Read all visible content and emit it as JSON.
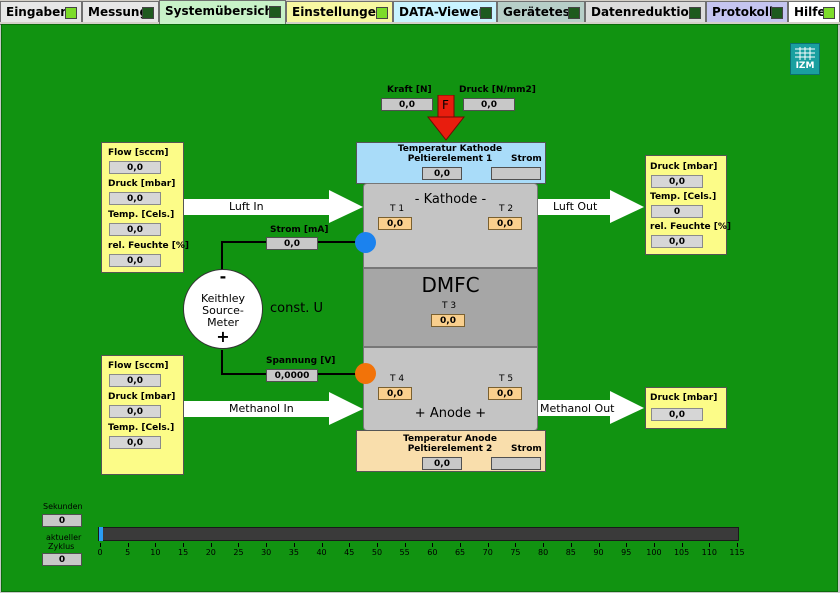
{
  "tabs": [
    {
      "label": "Eingaben",
      "bg": "#e7e7e7",
      "led": "#7ddc2a"
    },
    {
      "label": "Messung",
      "bg": "#e7e7e7",
      "led": "#1e5a1e"
    },
    {
      "label": "Systemübersicht",
      "bg": "#c8f2c8",
      "led": "#1e5a1e"
    },
    {
      "label": "Einstellungen",
      "bg": "#f8f8a2",
      "led": "#7ddc2a"
    },
    {
      "label": "DATA-Viewer",
      "bg": "#c8f3ff",
      "led": "#1e5a1e"
    },
    {
      "label": "Gerätetest",
      "bg": "#b7cfc8",
      "led": "#1e5a1e"
    },
    {
      "label": "Datenreduktion",
      "bg": "#dcdcdc",
      "led": "#1e5a1e"
    },
    {
      "label": "Protokoll",
      "bg": "#c5c5f0",
      "led": "#1e5a1e"
    },
    {
      "label": "Hilfe",
      "bg": "#ffffff",
      "led": "#7ddc2a"
    }
  ],
  "logo": "IZM",
  "top": {
    "kraft_label": "Kraft [N]",
    "kraft_value": "0,0",
    "druck_label": "Druck [N/mm2]",
    "druck_value": "0,0",
    "force_symbol": "F"
  },
  "kathode_temp": {
    "title_line1": "Temperatur Kathode",
    "title_line2": "Peltierelement 1",
    "strom_label": "Strom",
    "value": "0,0",
    "strom_value": ""
  },
  "anode_temp": {
    "title_line1": "Temperatur Anode",
    "title_line2": "Peltierelement 2",
    "strom_label": "Strom",
    "value": "0,0",
    "strom_value": ""
  },
  "input_air": {
    "flow_label": "Flow [sccm]",
    "flow_value": "0,0",
    "druck_label": "Druck [mbar]",
    "druck_value": "0,0",
    "temp_label": "Temp. [Cels.]",
    "temp_value": "0,0",
    "feuchte_label": "rel. Feuchte [%]",
    "feuchte_value": "0,0"
  },
  "input_methanol": {
    "flow_label": "Flow [sccm]",
    "flow_value": "0,0",
    "druck_label": "Druck [mbar]",
    "druck_value": "0,0",
    "temp_label": "Temp. [Cels.]",
    "temp_value": "0,0"
  },
  "output_air": {
    "druck_label": "Druck [mbar]",
    "druck_value": "0,0",
    "temp_label": "Temp. [Cels.]",
    "temp_value": "0",
    "feuchte_label": "rel. Feuchte [%]",
    "feuchte_value": "0,0"
  },
  "output_methanol": {
    "druck_label": "Druck [mbar]",
    "druck_value": "0,0"
  },
  "arrows": {
    "luft_in": "Luft In",
    "luft_out": "Luft Out",
    "methanol_in": "Methanol In",
    "methanol_out": "Methanol Out"
  },
  "cell": {
    "kathode": "- Kathode -",
    "anode": "+ Anode +",
    "dmfc": "DMFC",
    "t1_label": "T 1",
    "t1_value": "0,0",
    "t2_label": "T 2",
    "t2_value": "0,0",
    "t3_label": "T 3",
    "t3_value": "0,0",
    "t4_label": "T 4",
    "t4_value": "0,0",
    "t5_label": "T 5",
    "t5_value": "0,0"
  },
  "meter": {
    "minus": "-",
    "plus": "+",
    "line1": "Keithley",
    "line2": "Source-",
    "line3": "Meter",
    "mode": "const. U",
    "strom_label": "Strom [mA]",
    "strom_value": "0,0",
    "spannung_label": "Spannung [V]",
    "spannung_value": "0,0000"
  },
  "bottom": {
    "sekunden_label": "Sekunden",
    "sekunden_value": "0",
    "zyklus_line1": "aktueller",
    "zyklus_line2": "Zyklus",
    "zyklus_value": "0"
  },
  "progress": {
    "value": 0,
    "min": 0,
    "max": 115,
    "ticks": [
      "0",
      "5",
      "10",
      "15",
      "20",
      "25",
      "30",
      "35",
      "40",
      "45",
      "50",
      "55",
      "60",
      "65",
      "70",
      "75",
      "80",
      "85",
      "90",
      "95",
      "100",
      "105",
      "110",
      "115"
    ]
  },
  "colors": {
    "panel": "#119311",
    "yellow": "#fcfc88",
    "blue_box": "#a9dcf9",
    "orange_box": "#f9deac",
    "cell_grey": "#c4c4c4",
    "cell_dark": "#a6a6a6",
    "force_red": "#e81d0e",
    "dot_blue": "#1b82ee",
    "dot_orange": "#f27309"
  }
}
